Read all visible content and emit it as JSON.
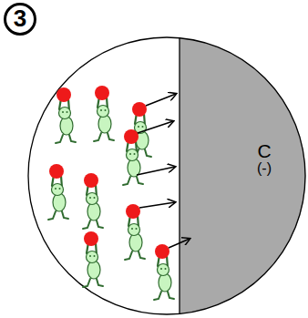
{
  "diagram": {
    "nodes": [
      {
        "text": [
          "3"
        ]
      },
      {
        "text": [
          "C",
          "(-)"
        ]
      }
    ]
  }
}
